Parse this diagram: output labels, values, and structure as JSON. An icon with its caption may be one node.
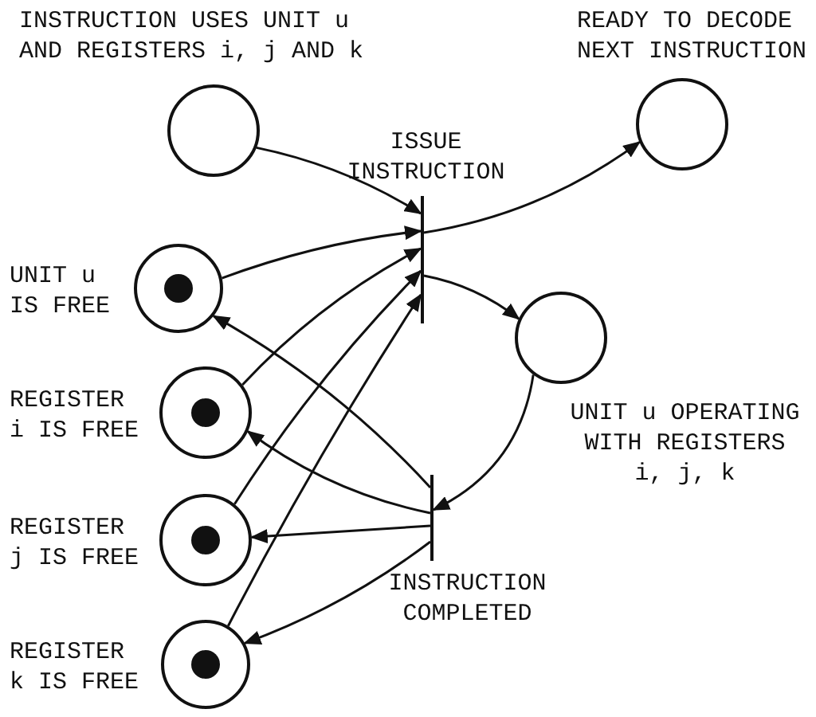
{
  "diagram": {
    "nodes": [
      {
        "text": [
          "INSTRUCTION USES UNIT u AND REGISTERS i, j AND k"
        ]
      },
      {
        "text": [
          "READY TO DECODE NEXT INSTRUCTION"
        ]
      },
      {
        "text": [
          "ISSUE INSTRUCTION"
        ]
      },
      {
        "text": [
          "UNIT u IS FREE"
        ]
      },
      {
        "text": [
          "UNIT u OPERATING WITH REGISTERS i, j, k"
        ]
      },
      {
        "text": [
          "REGISTER i IS FREE"
        ]
      },
      {
        "text": [
          "INSTRUCTION COMPLETED"
        ]
      },
      {
        "text": [
          "REGISTER j IS FREE"
        ]
      },
      {
        "text": [
          "REGISTER k IS FREE"
        ]
      }
    ],
    "edges": [
      {
        "from": 0,
        "to": 2,
        "arrow": "to"
      },
      {
        "from": 3,
        "to": 2,
        "arrow": "to"
      },
      {
        "from": 5,
        "to": 2,
        "arrow": "to"
      },
      {
        "from": 7,
        "to": 2,
        "arrow": "to"
      },
      {
        "from": 8,
        "to": 2,
        "arrow": "to"
      },
      {
        "from": 2,
        "to": 1,
        "arrow": "to"
      },
      {
        "from": 2,
        "to": 4,
        "arrow": "to"
      },
      {
        "from": 4,
        "to": 6,
        "arrow": "to"
      },
      {
        "from": 6,
        "to": 3,
        "arrow": "to"
      },
      {
        "from": 6,
        "to": 5,
        "arrow": "to"
      },
      {
        "from": 6,
        "to": 7,
        "arrow": "to"
      },
      {
        "from": 6,
        "to": 8,
        "arrow": "to"
      }
    ]
  }
}
